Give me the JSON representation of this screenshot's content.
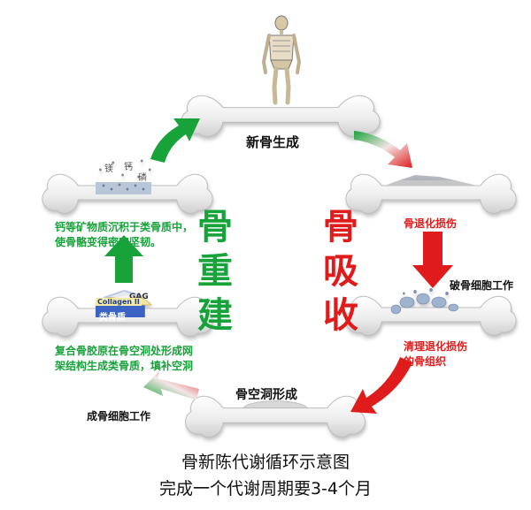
{
  "stages": {
    "top": "新骨生成",
    "right_1": "骨退化损伤",
    "right_2_cell": "破骨细胞工作",
    "right_2": [
      "清理退化损伤",
      "的骨组织"
    ],
    "bottom": "骨空洞形成",
    "left_bottom_cell": "成骨细胞工作",
    "left_bottom": [
      "复合骨胶原在骨空洞处形成网",
      "架结构生成类骨质，填补空洞"
    ],
    "left_top": [
      "钙等矿物质沉积于类骨质中，",
      "使骨骼变得密实坚韧。"
    ]
  },
  "phases": {
    "rebuild": [
      "骨",
      "重",
      "建"
    ],
    "resorb": [
      "骨",
      "吸",
      "收"
    ]
  },
  "bone_labels": {
    "gag": "GAG",
    "collagen": "Collagen II",
    "osteoid": "类骨质",
    "minerals": [
      "镁",
      "钙",
      "磷"
    ]
  },
  "caption": {
    "line1": "骨新陈代谢循环示意图",
    "line2": "完成一个代谢周期要3-4个月"
  },
  "colors": {
    "green": "#17a23a",
    "red": "#e01b1b",
    "bone": "#e9e9e9"
  }
}
